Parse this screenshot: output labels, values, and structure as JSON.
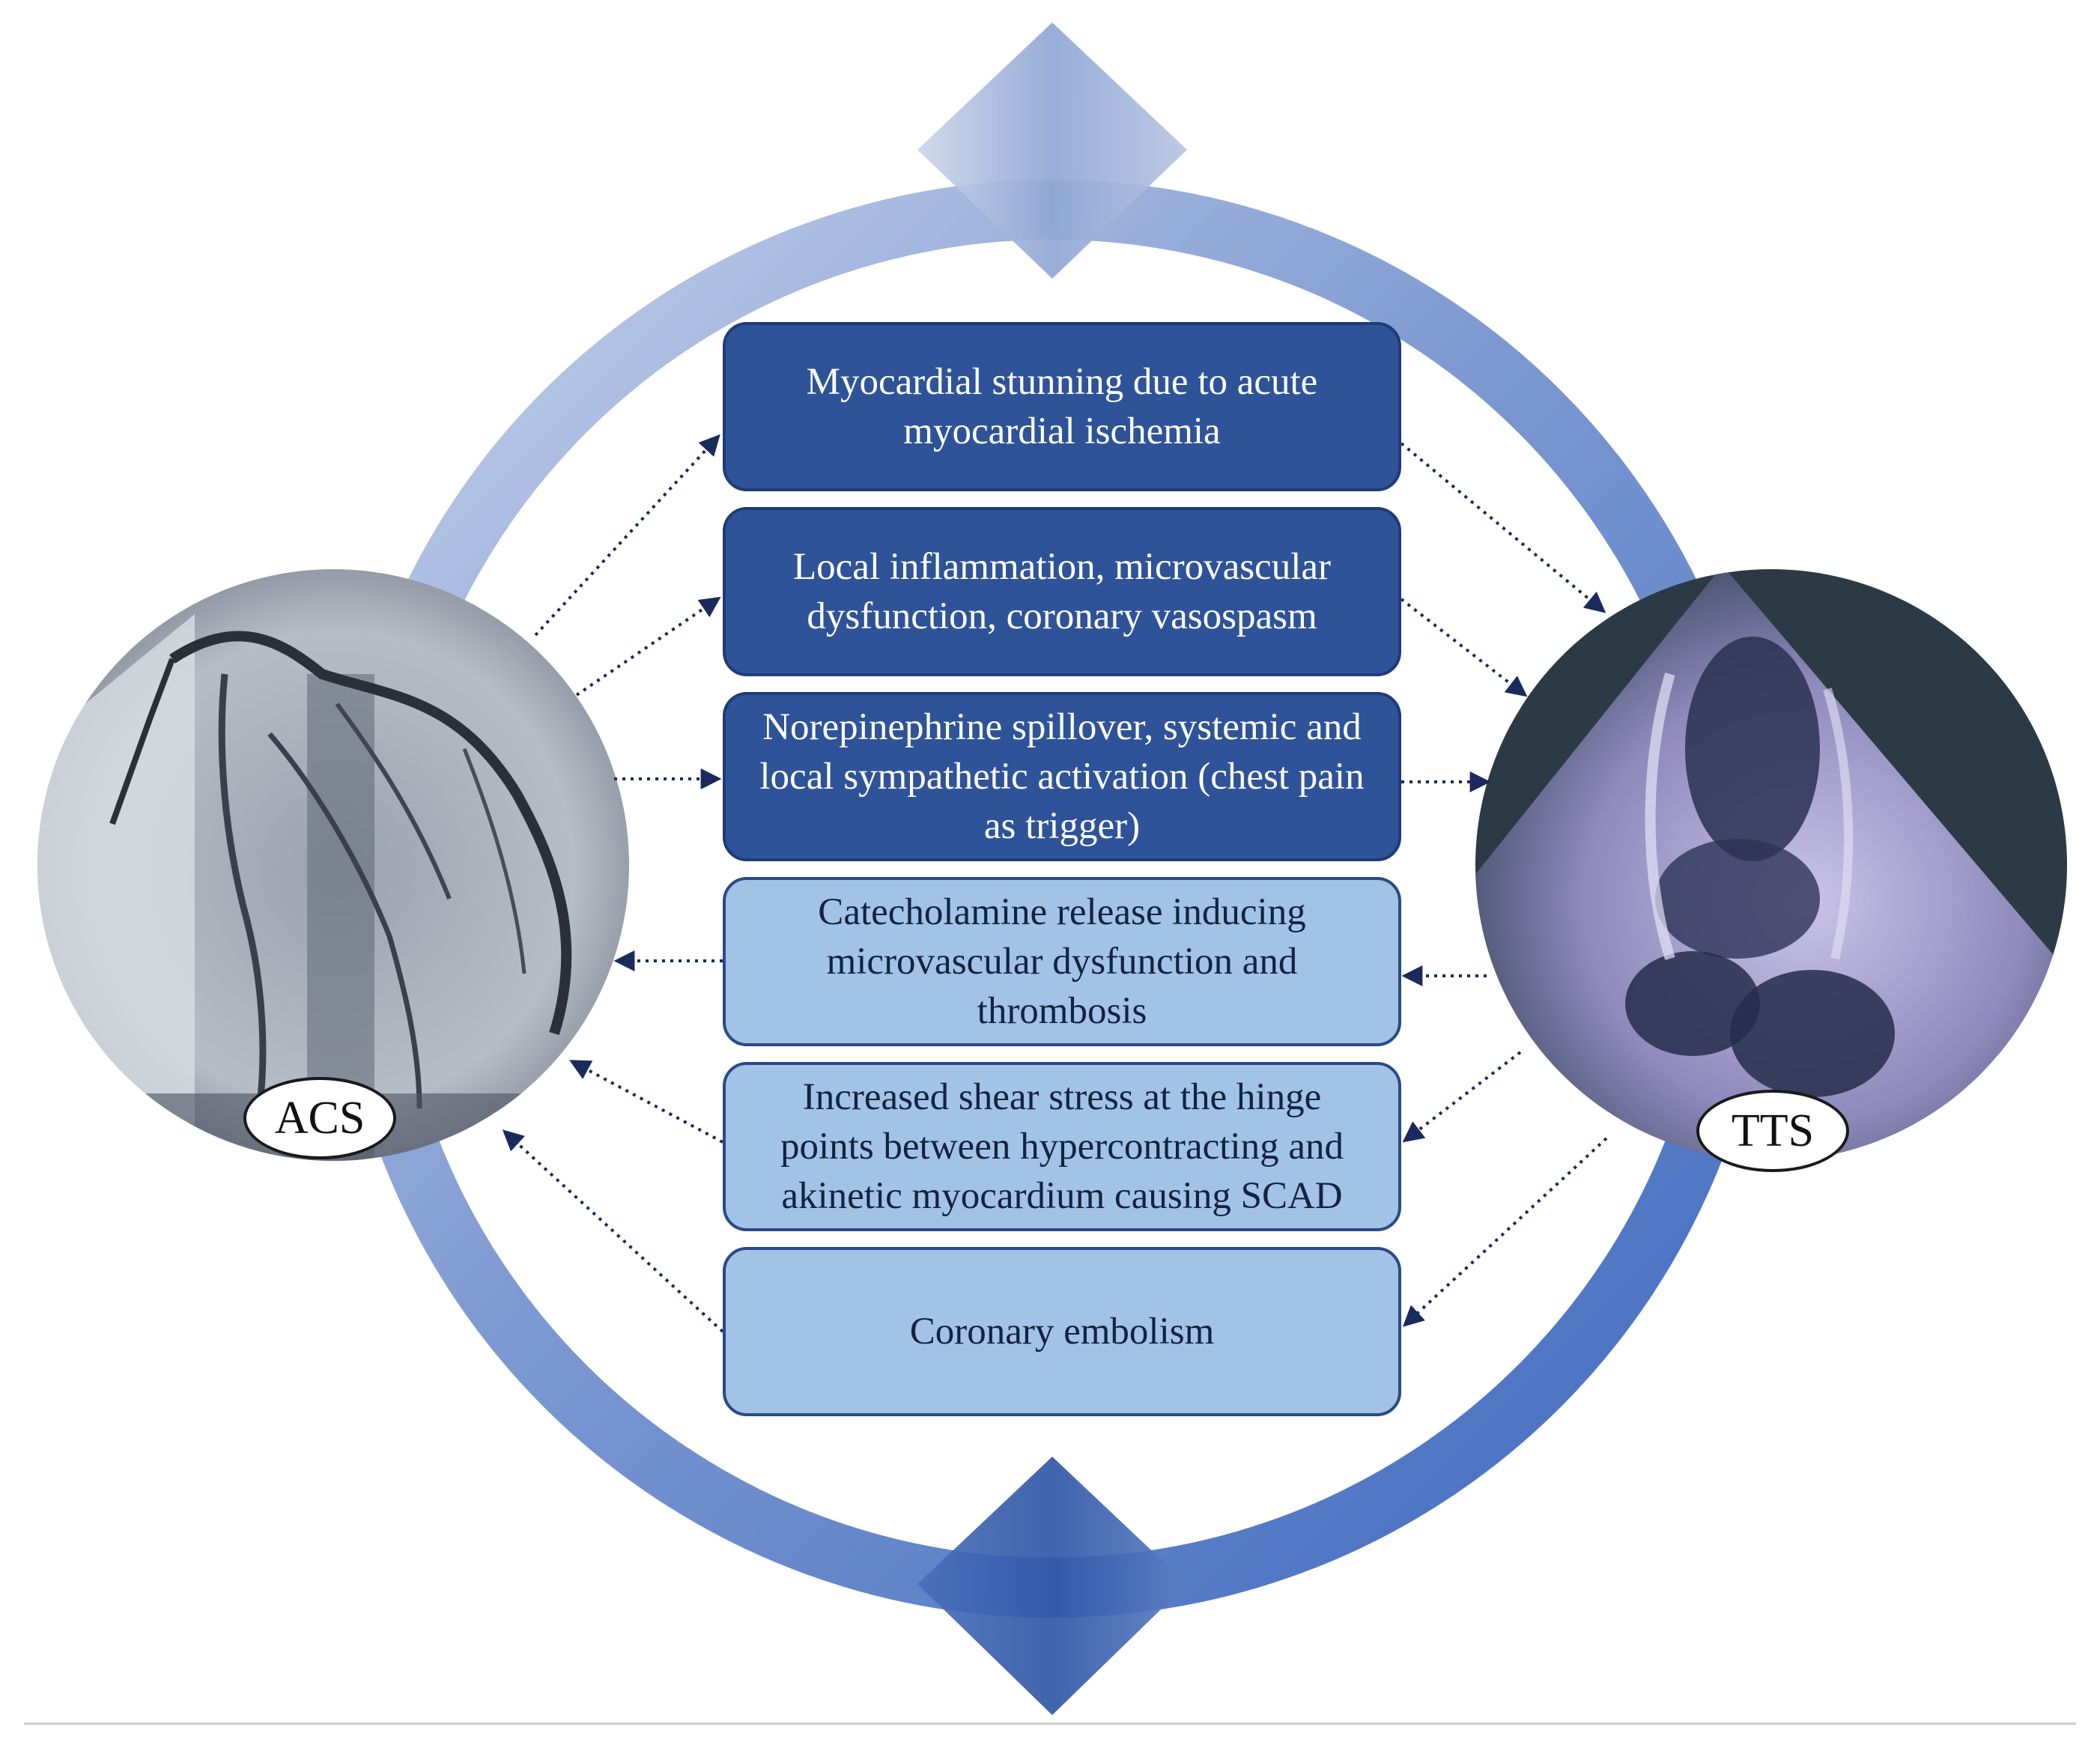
{
  "left_label": "ACS",
  "right_label": "TTS",
  "mechanisms": [
    {
      "text": "Myocardial stunning due to acute myocardial ischemia",
      "direction": "ACS→TTS"
    },
    {
      "text": "Local inflammation, microvascular dysfunction, coronary vasospasm",
      "direction": "ACS→TTS"
    },
    {
      "text": "Norepinephrine spillover, systemic and local sympathetic activation (chest pain as trigger)",
      "direction": "ACS→TTS"
    },
    {
      "text": "Catecholamine release inducing microvascular dysfunction and thrombosis",
      "direction": "TTS→ACS"
    },
    {
      "text": "Increased shear stress at the hinge points between hypercontracting and akinetic myocardium causing SCAD",
      "direction": "TTS→ACS"
    },
    {
      "text": "Coronary embolism",
      "direction": "TTS→ACS"
    }
  ],
  "colors": {
    "box_dark": "#2e5398",
    "box_light": "#a2c2e6",
    "ring_light": "#c2cfe9",
    "ring_dark": "#3f6abd",
    "arrow": "#1b2a5c"
  }
}
